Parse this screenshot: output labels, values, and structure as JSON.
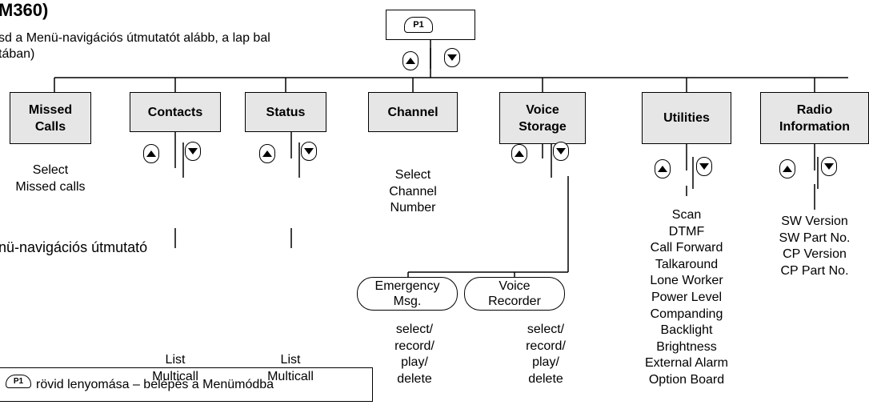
{
  "header": {
    "title": "M360)",
    "intro": "sd a Menü-navigációs útmutatót alább, a lap bal\ntában)"
  },
  "root_button": {
    "label": "P1"
  },
  "nodes": [
    {
      "label": "Missed\nCalls",
      "description": "Select\nMissed calls"
    },
    {
      "label": "Contacts",
      "description": "List\nMulticall"
    },
    {
      "label": "Status",
      "description": "List\nMulticall"
    },
    {
      "label": "Channel",
      "description": "Select\nChannel\nNumber"
    },
    {
      "label": "Voice\nStorage",
      "description": ""
    },
    {
      "label": "Utilities",
      "description": "Scan\nDTMF\nCall Forward\nTalkaround\nLone Worker\nPower Level\nCompanding\nBacklight\nBrightness\nExternal Alarm\nOption Board"
    },
    {
      "label": "Radio\nInformation",
      "description": "SW Version\nSW Part No.\nCP Version\nCP Part No."
    }
  ],
  "voice_storage_children": [
    {
      "label": "Emergency\nMsg.",
      "description": "select/\nrecord/\nplay/\ndelete"
    },
    {
      "label": "Voice\nRecorder",
      "description": "select/\nrecord/\nplay/\ndelete"
    }
  ],
  "legend": {
    "title": "nü-navigációs útmutató",
    "button_label": "P1",
    "text": "rövid lenyomása – belépés a Menümódba"
  }
}
